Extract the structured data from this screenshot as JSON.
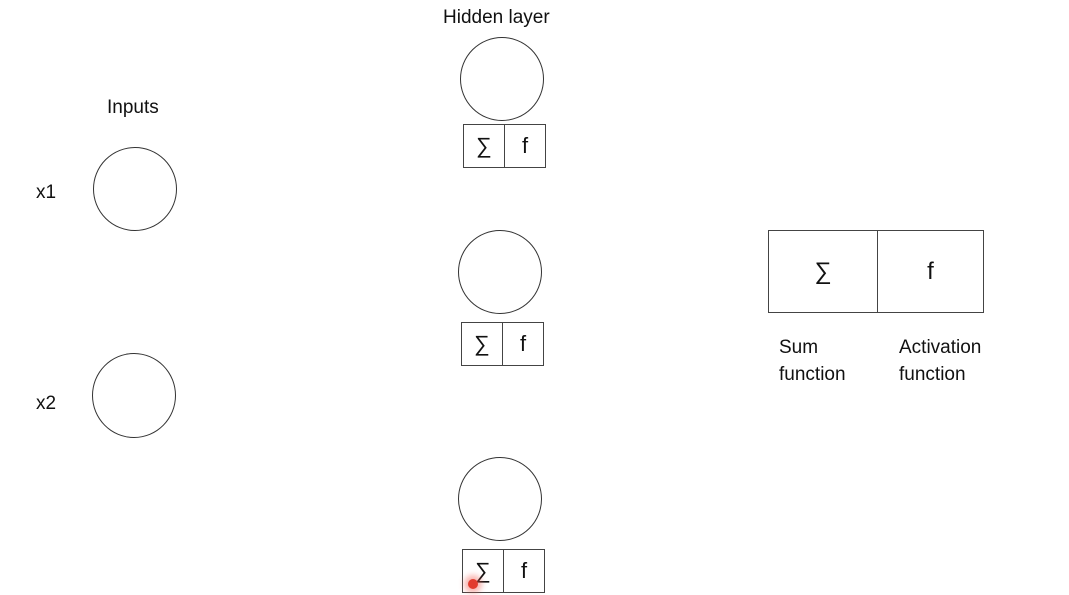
{
  "labels": {
    "inputs": "Inputs",
    "hidden_layer": "Hidden layer",
    "x1": "x1",
    "x2": "x2"
  },
  "hidden_units": [
    {
      "sum_symbol": "∑",
      "activation_symbol": "f"
    },
    {
      "sum_symbol": "∑",
      "activation_symbol": "f"
    },
    {
      "sum_symbol": "∑",
      "activation_symbol": "f"
    }
  ],
  "legend": {
    "sum_symbol": "∑",
    "activation_symbol": "f",
    "sum_caption": "Sum\nfunction",
    "activation_caption": "Activation\nfunction"
  },
  "colors": {
    "stroke": "#333333",
    "pointer": "#e23b2e"
  }
}
